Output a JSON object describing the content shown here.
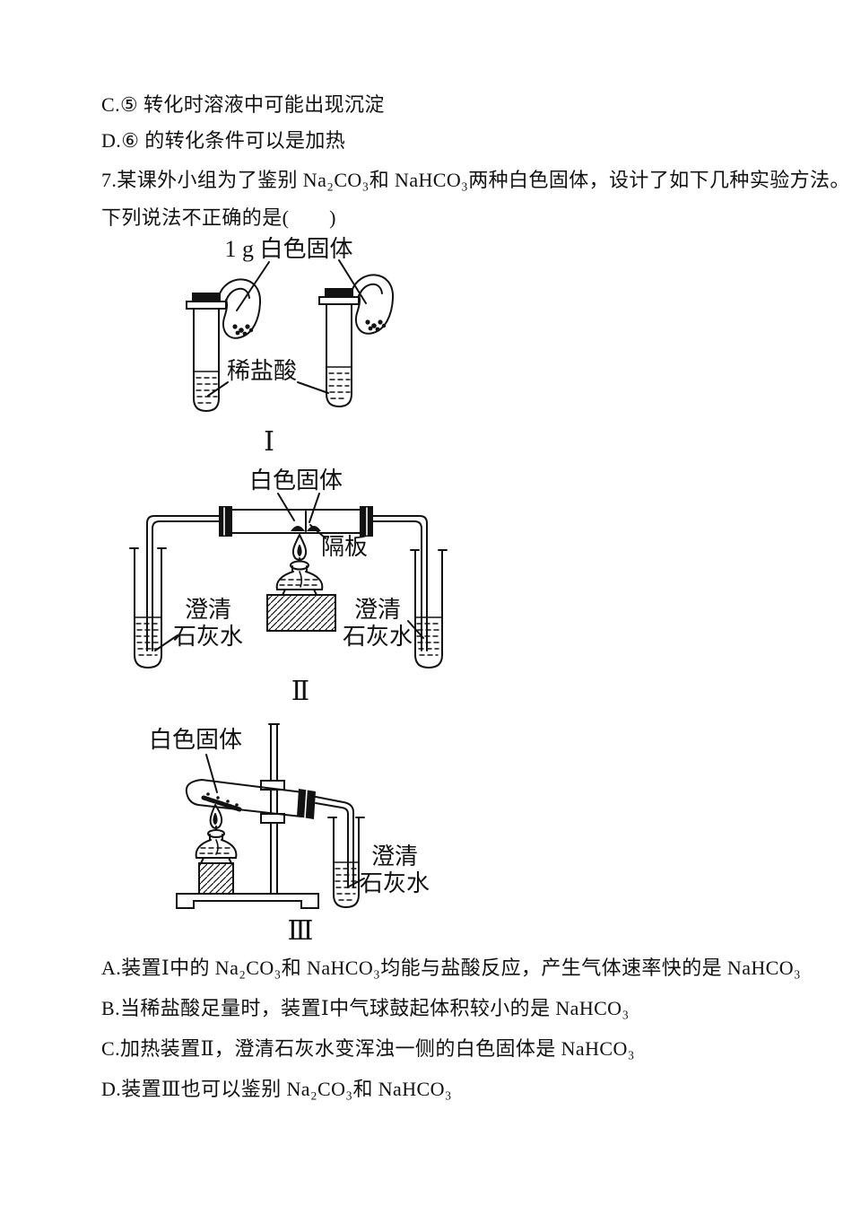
{
  "page": {
    "background": "#ffffff",
    "ink": "#121212"
  },
  "prior_options": {
    "c": "C.⑤ 转化时溶液中可能出现沉淀",
    "d": "D.⑥ 的转化条件可以是加热"
  },
  "question": {
    "stem_line1": "7.某课外小组为了鉴别 Na₂CO₃和 NaHCO₃两种白色固体，设计了如下几种实验方法。",
    "stem_line2": "下列说法不正确的是(　　)"
  },
  "figures": {
    "fig1": {
      "caption": "Ⅰ",
      "label_solid": "1 g 白色固体",
      "label_acid": "稀盐酸"
    },
    "fig2": {
      "caption": "Ⅱ",
      "label_solid": "白色固体",
      "label_partition": "隔板",
      "label_lime_top": "澄清",
      "label_lime_bottom": "石灰水"
    },
    "fig3": {
      "caption": "Ⅲ",
      "label_solid": "白色固体",
      "label_lime_top": "澄清",
      "label_lime_bottom": "石灰水"
    }
  },
  "options": {
    "a": "A.装置Ⅰ中的 Na₂CO₃和 NaHCO₃均能与盐酸反应，产生气体速率快的是 NaHCO₃",
    "b": "B.当稀盐酸足量时，装置Ⅰ中气球鼓起体积较小的是 NaHCO₃",
    "c": "C.加热装置Ⅱ，澄清石灰水变浑浊一侧的白色固体是 NaHCO₃",
    "d": "D.装置Ⅲ也可以鉴别 Na₂CO₃和 NaHCO₃"
  }
}
